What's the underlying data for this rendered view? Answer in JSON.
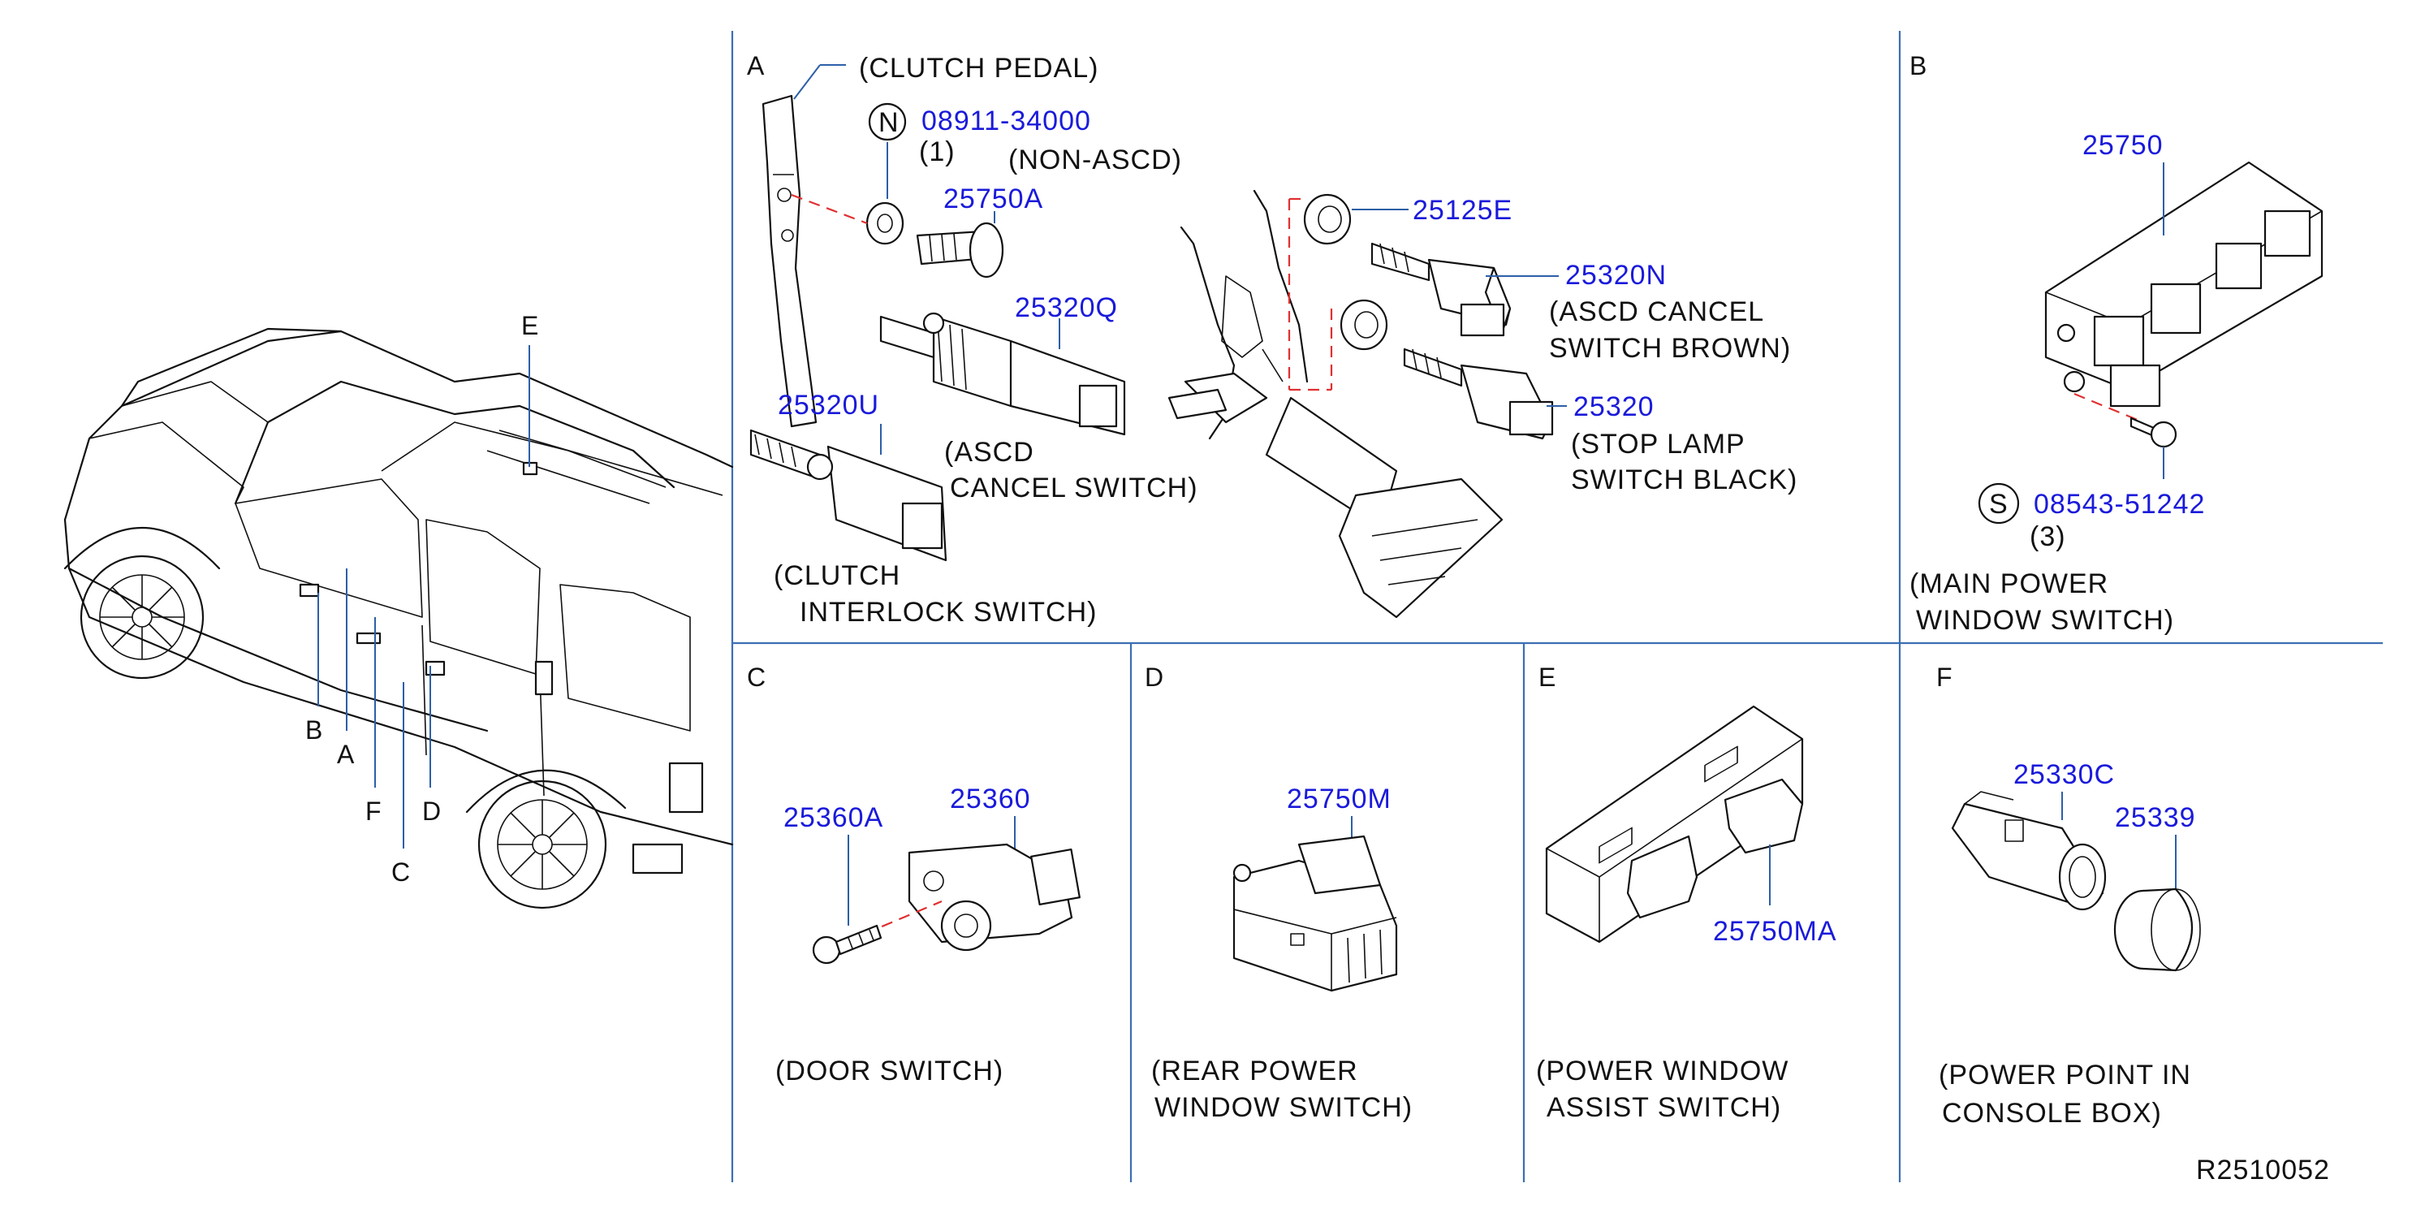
{
  "diagram_id": "R2510052",
  "sections": {
    "A": {
      "letter": "A",
      "clutch_pedal": "(CLUTCH   PEDAL)",
      "nut_symbol": "N",
      "nut_part": "08911-34000",
      "nut_qty": "(1)",
      "non_ascd": "(NON-ASCD)",
      "p_25750A": "25750A",
      "p_25320Q": "25320Q",
      "p_25320U": "25320U",
      "p_25125E": "25125E",
      "p_25320N": "25320N",
      "p_25320": "25320",
      "ascd_cancel_1": "(ASCD",
      "ascd_cancel_2": "CANCEL   SWITCH)",
      "clutch_interlock_1": "(CLUTCH",
      "clutch_interlock_2": "INTERLOCK   SWITCH)",
      "ascd_brown_1": "(ASCD   CANCEL",
      "ascd_brown_2": "SWITCH   BROWN)",
      "stop_lamp_1": "(STOP   LAMP",
      "stop_lamp_2": "SWITCH   BLACK)"
    },
    "B": {
      "letter": "B",
      "p_25750": "25750",
      "screw_symbol": "S",
      "screw_part": "08543-51242",
      "screw_qty": "(3)",
      "caption_1": "(MAIN   POWER",
      "caption_2": "WINDOW   SWITCH)"
    },
    "C": {
      "letter": "C",
      "p_25360A": "25360A",
      "p_25360": "25360",
      "caption": "(DOOR   SWITCH)"
    },
    "D": {
      "letter": "D",
      "p_25750M": "25750M",
      "caption_1": "(REAR   POWER",
      "caption_2": "WINDOW   SWITCH)"
    },
    "E": {
      "letter": "E",
      "p_25750MA": "25750MA",
      "caption_1": "(POWER   WINDOW",
      "caption_2": "ASSIST   SWITCH)"
    },
    "F": {
      "letter": "F",
      "p_25330C": "25330C",
      "p_25339": "25339",
      "caption_1": "(POWER   POINT   IN",
      "caption_2": "CONSOLE   BOX)"
    }
  },
  "vehicle_callouts": [
    "E",
    "B",
    "A",
    "F",
    "D",
    "C"
  ],
  "colors": {
    "part_number": "#1a1adb",
    "leader": "#2d5fa8",
    "dashed_guide": "#e03030",
    "line_art": "#111111"
  }
}
